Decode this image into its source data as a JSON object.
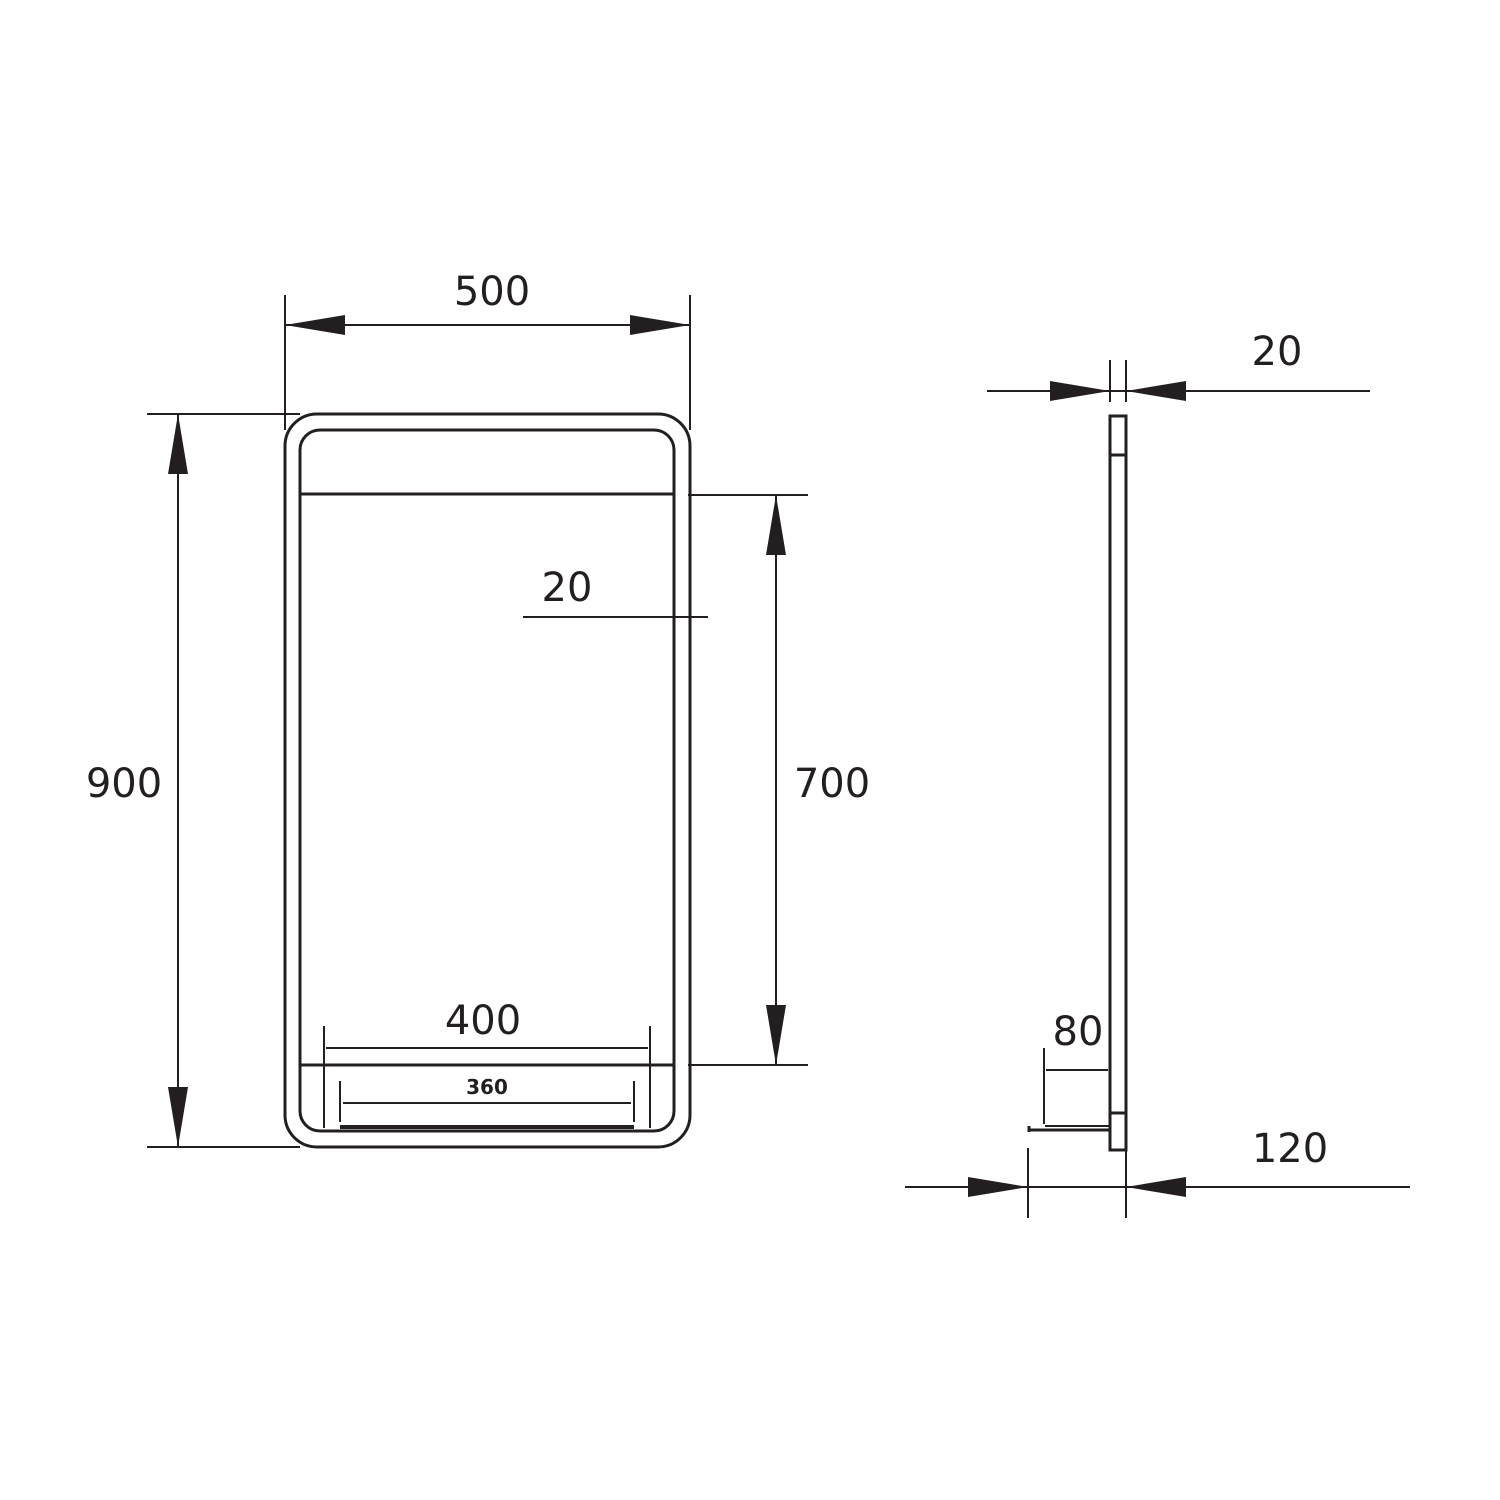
{
  "drawing": {
    "line_color": "#231f20",
    "background": "#ffffff",
    "front_view": {
      "overall_width": {
        "label": "500"
      },
      "overall_height": {
        "label": "900"
      },
      "inner_height": {
        "label": "700"
      },
      "border_inset": {
        "label": "20"
      },
      "shelf_width": {
        "label": "400"
      },
      "shelf_inner_width": {
        "label": "360"
      }
    },
    "side_view": {
      "panel_depth": {
        "label": "20"
      },
      "shelf_depth": {
        "label": "80"
      },
      "total_depth": {
        "label": "120"
      }
    }
  }
}
